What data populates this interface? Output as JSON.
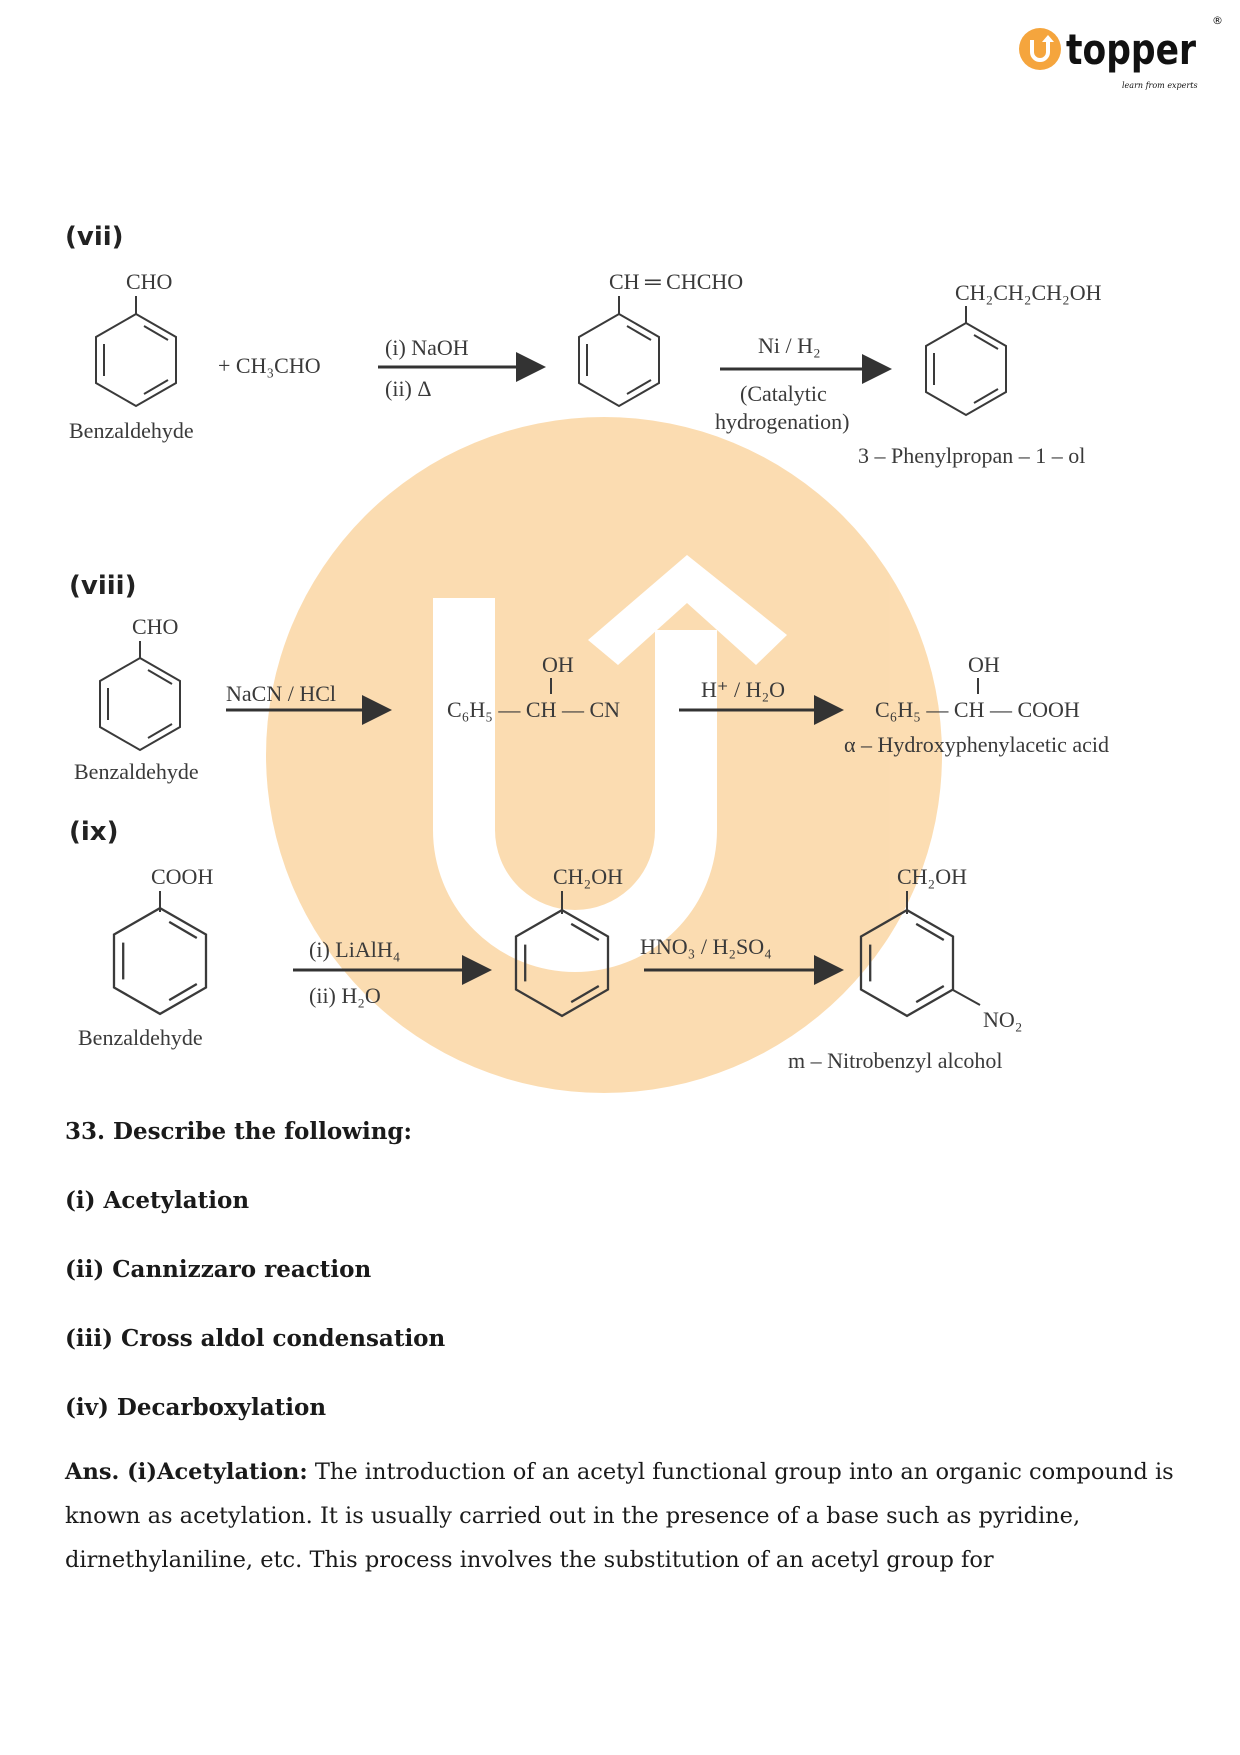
{
  "logo": {
    "brand": "topper",
    "tagline": "learn from experts",
    "registered": "®",
    "accent": "#f5a53d"
  },
  "watermark": {
    "color": "#fbd7a4"
  },
  "reactions": {
    "vii": {
      "label": "(vii)",
      "reactant_group": "CHO",
      "reactant_name": "Benzaldehyde",
      "plus_reagent": "+  CH₃CHO",
      "cond1a": "(i)  NaOH",
      "cond1b": "(ii)    Δ",
      "intermediate_group": "CH ═ CHCHO",
      "cond2a": "Ni / H₂",
      "cond2b": "(Catalytic",
      "cond2c": "hydrogenation)",
      "product_group": "CH₂CH₂CH₂OH",
      "product_name": "3 – Phenylpropan – 1 – ol"
    },
    "viii": {
      "label": "(viii)",
      "reactant_group": "CHO",
      "reactant_name": "Benzaldehyde",
      "cond1": "NaCN / HCl",
      "inter_oh": "OH",
      "intermediate": "C₆H₅ — CH — CN",
      "cond2": "H⁺ / H₂O",
      "prod_oh": "OH",
      "product": "C₆H₅ — CH — COOH",
      "product_name": "α – Hydroxyphenylacetic acid"
    },
    "ix": {
      "label": "(ix)",
      "reactant_group": "COOH",
      "reactant_name": "Benzaldehyde",
      "cond1a": "(i) LiAlH₄",
      "cond1b": "(ii) H₂O",
      "intermediate_group": "CH₂OH",
      "cond2": "HNO₃ / H₂SO₄",
      "product_group": "CH₂OH",
      "product_sub": "NO₂",
      "product_name": "m – Nitrobenzyl alcohol"
    }
  },
  "question": {
    "title": "33. Describe the following:",
    "items": [
      "(i) Acetylation",
      "(ii) Cannizzaro reaction",
      "(iii) Cross aldol condensation",
      "(iv) Decarboxylation"
    ]
  },
  "answer": {
    "lead": "Ans. (i)Acetylation:",
    "text": " The introduction of an acetyl functional group into an organic compound is known as acetylation. It is usually carried out in the presence of a base such as pyridine, dirnethylaniline, etc. This process involves the substitution of an acetyl group for"
  }
}
